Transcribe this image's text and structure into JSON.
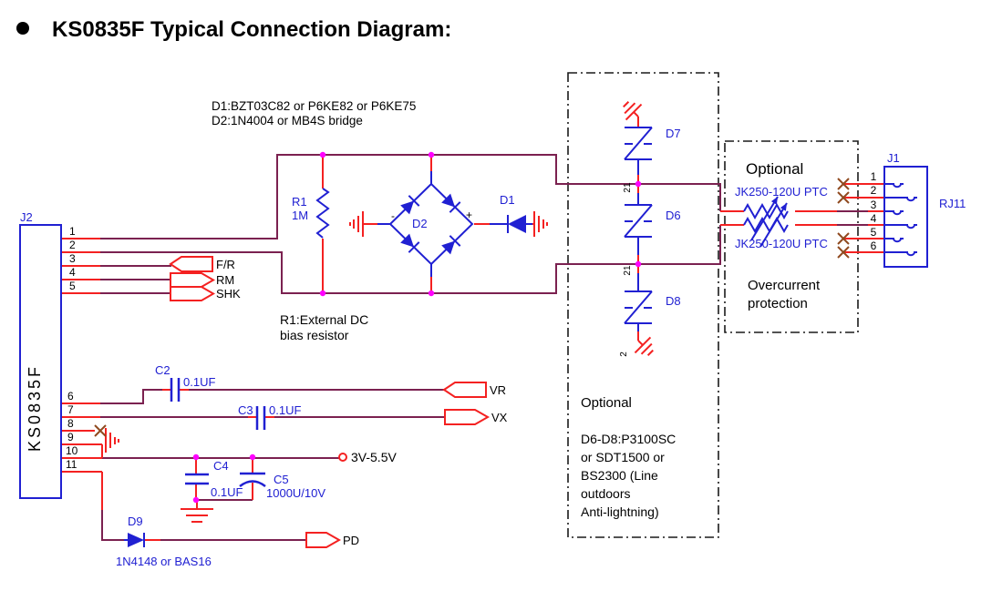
{
  "title": "KS0835F Typical Connection Diagram:",
  "notes": {
    "diodes_line1": "D1:BZT03C82 or P6KE82 or P6KE75",
    "diodes_line2": "D2:1N4004 or MB4S bridge",
    "r1_line1": "R1:External DC",
    "r1_line2": "bias resistor"
  },
  "j2": {
    "ref": "J2",
    "chip": "KS0835F",
    "pins": [
      "1",
      "2",
      "3",
      "4",
      "5",
      "6",
      "7",
      "8",
      "9",
      "10",
      "11"
    ]
  },
  "j1": {
    "ref": "J1",
    "connector_type": "RJ11",
    "pins": [
      "1",
      "2",
      "3",
      "4",
      "5",
      "6"
    ]
  },
  "components": {
    "r1": {
      "ref": "R1",
      "value": "1M"
    },
    "d1": {
      "ref": "D1"
    },
    "d2": {
      "ref": "D2",
      "plus": "+",
      "minus": "-"
    },
    "c2": {
      "ref": "C2",
      "value": "0.1UF"
    },
    "c3": {
      "ref": "C3",
      "value": "0.1UF"
    },
    "c4": {
      "ref": "C4",
      "value": "0.1UF"
    },
    "c5": {
      "ref": "C5",
      "value": "1000U/10V"
    },
    "d6": {
      "ref": "D6"
    },
    "d7": {
      "ref": "D7"
    },
    "d8": {
      "ref": "D8"
    },
    "d9": {
      "ref": "D9",
      "part_note": "1N4148 or BAS16"
    },
    "ptc_top": {
      "label": "JK250-120U PTC"
    },
    "ptc_bottom": {
      "label": "JK250-120U PTC"
    }
  },
  "ports": {
    "fr": "F/R",
    "rm": "RM",
    "shk": "SHK",
    "vr": "VR",
    "vx": "VX",
    "pd": "PD"
  },
  "power": {
    "supply": "3V-5.5V"
  },
  "pin_marks": {
    "sidactor_top": "21",
    "sidactor_mid": "21",
    "sidactor_bottom": "2"
  },
  "boxes": {
    "lightning": {
      "title": "Optional",
      "lines": [
        "D6-D8:P3100SC",
        "or SDT1500 or",
        "BS2300 (Line",
        "outdoors",
        "Anti-lightning)"
      ]
    },
    "overcurrent": {
      "title": "Optional",
      "line1": "Overcurrent",
      "line2": "protection"
    }
  },
  "colors": {
    "wire": "#7b2150",
    "net_stub": "#f42121",
    "component": "#2020d2",
    "junction": "#ff00ff",
    "no_connect": "#8f4a1f"
  }
}
